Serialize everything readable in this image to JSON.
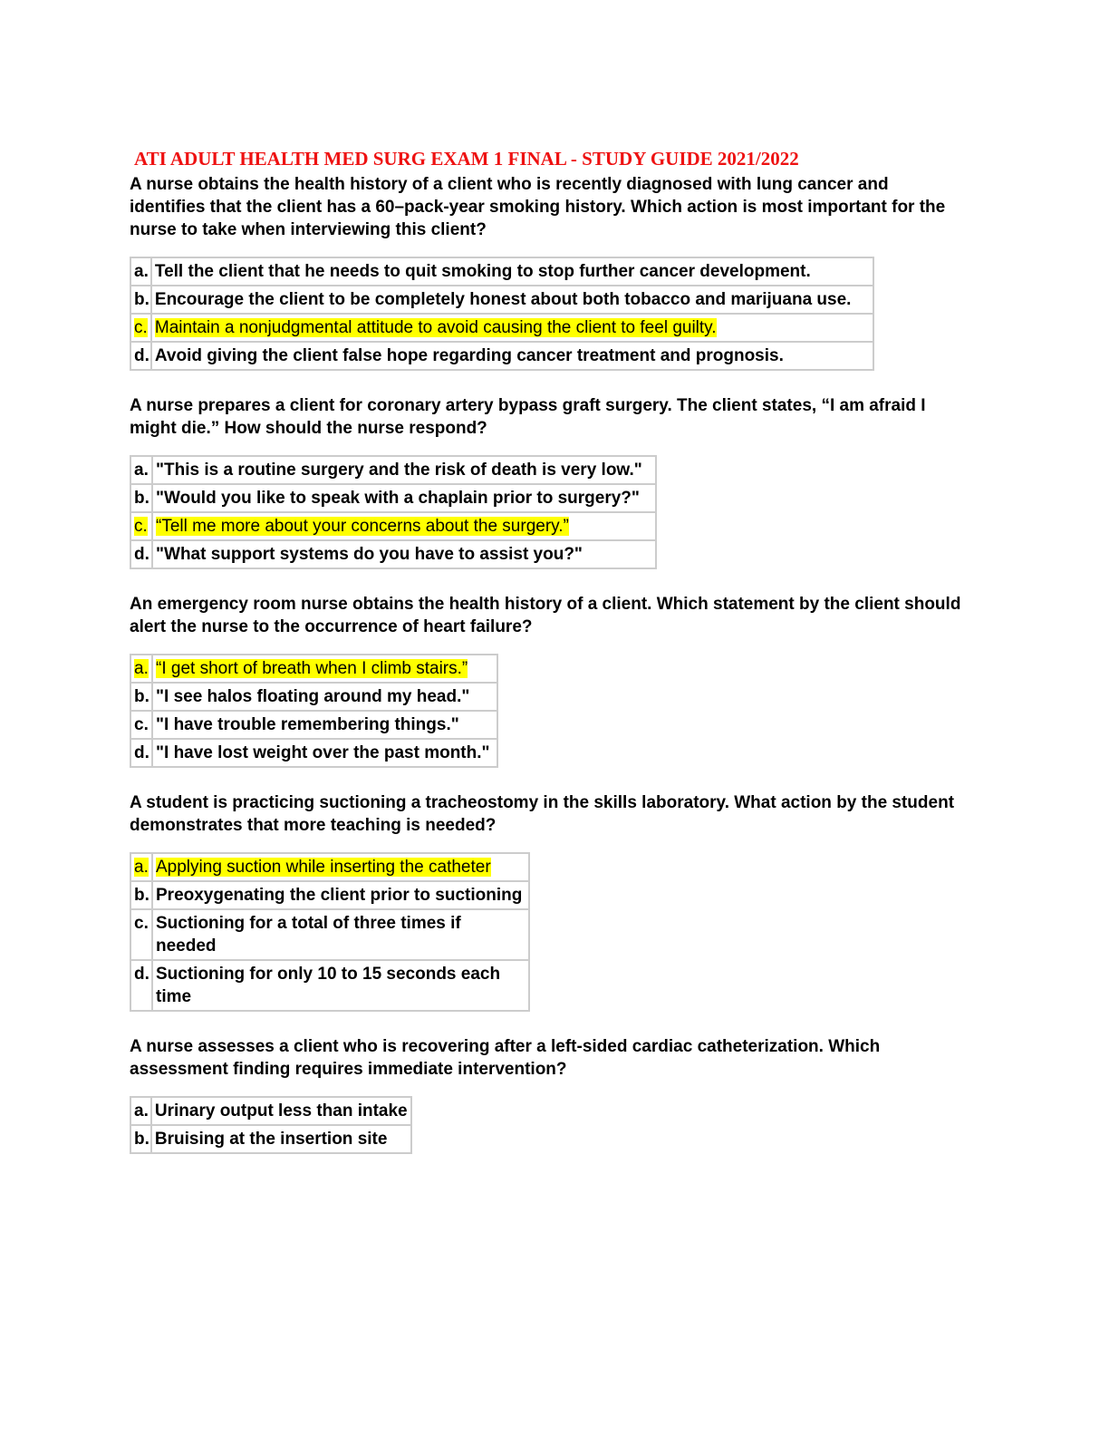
{
  "title": "ATI ADULT HEALTH MED SURG EXAM 1 FINAL - STUDY GUIDE 2021/2022",
  "colors": {
    "title_red": "#ee1111",
    "highlight_yellow": "#ffff00",
    "table_border": "#cccccc",
    "page_background": "#ffffff"
  },
  "questions": [
    {
      "text": "A nurse obtains the health history of a client who is recently diagnosed with lung cancer and identifies that the client has a 60–pack-year smoking history. Which action is most important for the nurse to take when interviewing this client?",
      "options": [
        {
          "letter": "a.",
          "text": "Tell the client that he needs to quit smoking to stop further cancer development.",
          "highlight": false
        },
        {
          "letter": "b.",
          "text": "Encourage the client to be completely honest about both tobacco and marijuana use.",
          "highlight": false
        },
        {
          "letter": "c.",
          "text": "Maintain a nonjudgmental attitude to avoid causing the client to feel guilty.",
          "highlight": true
        },
        {
          "letter": "d.",
          "text": "Avoid giving the client false hope regarding cancer treatment and prognosis.",
          "highlight": false
        }
      ]
    },
    {
      "text": "A nurse prepares a client for coronary artery bypass graft surgery. The client states, “I am afraid I might die.” How should the nurse respond?",
      "options": [
        {
          "letter": "a.",
          "text": "\"This is a routine surgery and the risk of death is very low.\"",
          "highlight": false
        },
        {
          "letter": "b.",
          "text": "\"Would you like to speak with a chaplain prior to surgery?\"",
          "highlight": false
        },
        {
          "letter": "c.",
          "text": "“Tell me more about your concerns about the surgery.”",
          "highlight": true
        },
        {
          "letter": "d.",
          "text": "\"What support systems do you have to assist you?\"",
          "highlight": false
        }
      ]
    },
    {
      "text": "An emergency room nurse obtains the health history of a client. Which statement by the client should alert the nurse to the occurrence of heart failure?",
      "options": [
        {
          "letter": "a.",
          "text": "“I get short of breath when I climb stairs.”",
          "highlight": true
        },
        {
          "letter": "b.",
          "text": "\"I see halos floating around my head.\"",
          "highlight": false
        },
        {
          "letter": "c.",
          "text": "\"I have trouble remembering things.\"",
          "highlight": false
        },
        {
          "letter": "d.",
          "text": "\"I have lost weight over the past month.\"",
          "highlight": false
        }
      ]
    },
    {
      "text": "A student is practicing suctioning a tracheostomy in the skills laboratory. What action by the student demonstrates that more teaching is needed?",
      "options": [
        {
          "letter": "a.",
          "text": "Applying suction while inserting the catheter",
          "highlight": true
        },
        {
          "letter": "b.",
          "text": "Preoxygenating the client prior to suctioning",
          "highlight": false
        },
        {
          "letter": "c.",
          "text": "Suctioning for a total of three times if needed",
          "highlight": false
        },
        {
          "letter": "d.",
          "text": "Suctioning for only 10 to 15 seconds each time",
          "highlight": false
        }
      ]
    },
    {
      "text": "A nurse assesses a client who is recovering after a left-sided cardiac catheterization. Which assessment finding requires immediate intervention?",
      "options": [
        {
          "letter": "a.",
          "text": "Urinary output less than intake",
          "highlight": false
        },
        {
          "letter": "b.",
          "text": "Bruising at the insertion site",
          "highlight": false
        }
      ]
    }
  ]
}
